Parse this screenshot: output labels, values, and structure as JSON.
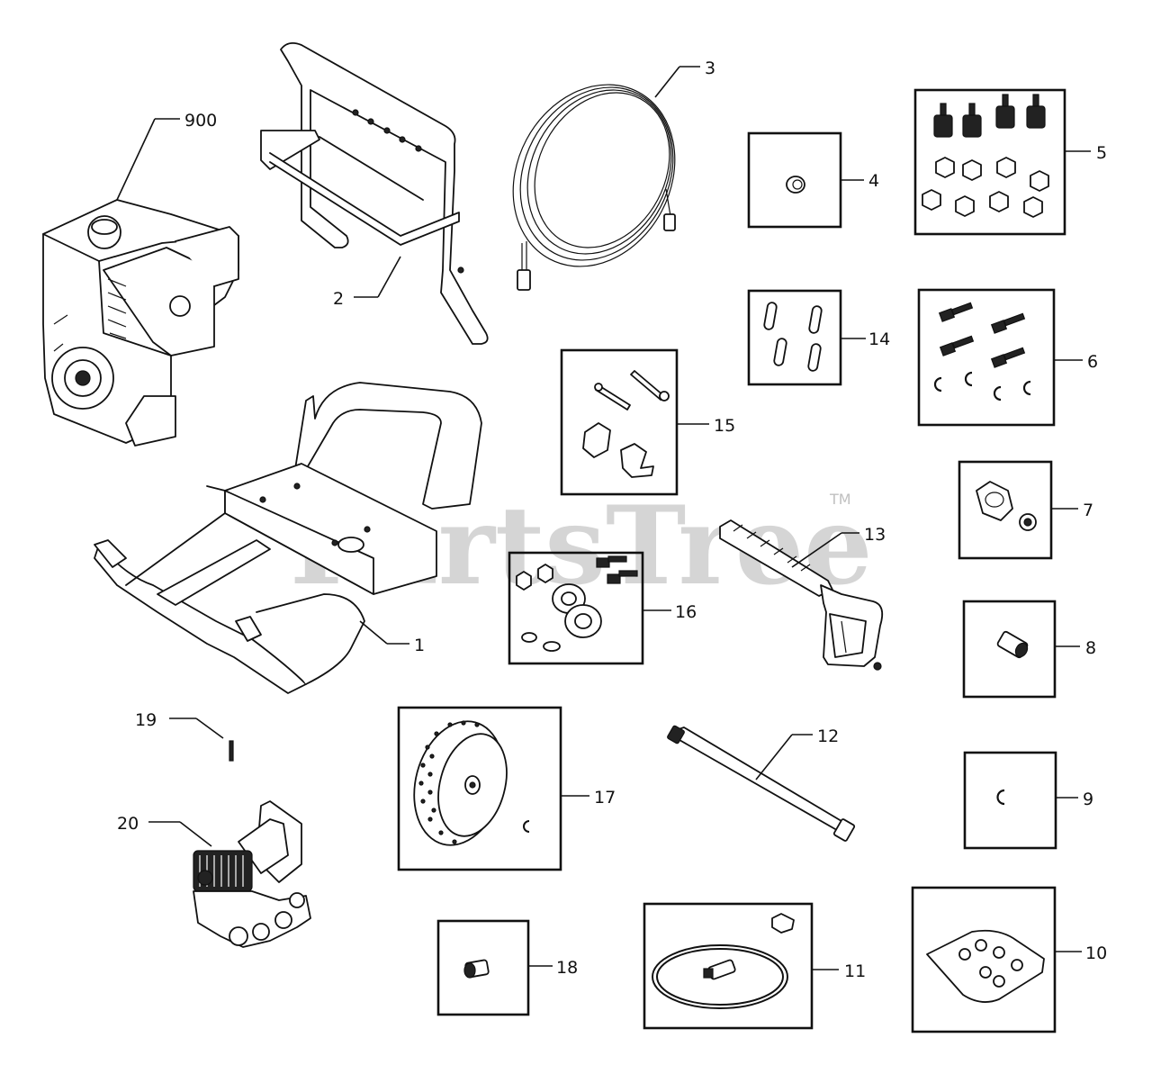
{
  "watermark": {
    "text": "PartsTree",
    "trademark": "TM"
  },
  "callouts": {
    "c900": "900",
    "c1": "1",
    "c2": "2",
    "c3": "3",
    "c4": "4",
    "c5": "5",
    "c6": "6",
    "c7": "7",
    "c8": "8",
    "c9": "9",
    "c10": "10",
    "c11": "11",
    "c12": "12",
    "c13": "13",
    "c14": "14",
    "c15": "15",
    "c16": "16",
    "c17": "17",
    "c18": "18",
    "c19": "19",
    "c20": "20"
  }
}
